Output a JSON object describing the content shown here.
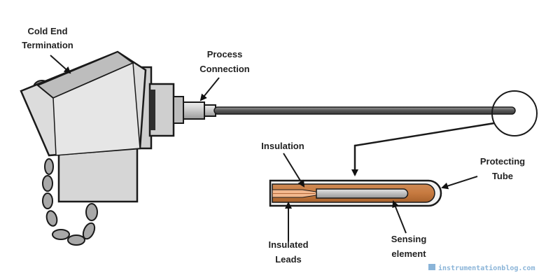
{
  "labels": {
    "cold_end_1": "Cold End",
    "cold_end_2": "Termination",
    "process_1": "Process",
    "process_2": "Connection",
    "insulation": "Insulation",
    "protecting_1": "Protecting",
    "protecting_2": "Tube",
    "insulated_1": "Insulated",
    "insulated_2": "Leads",
    "sensing_1": "Sensing",
    "sensing_2": "element"
  },
  "watermark": "instrumentationblog.com",
  "colors": {
    "head_body": "#d6d6d6",
    "head_outline": "#1a1a1a",
    "probe": "#5a5a5a",
    "tube_copper": "#c8814a",
    "insulation_fill": "#f3b88e",
    "sensing_rod": "#bfbfbf",
    "chain_link": "#a8a8a8"
  }
}
